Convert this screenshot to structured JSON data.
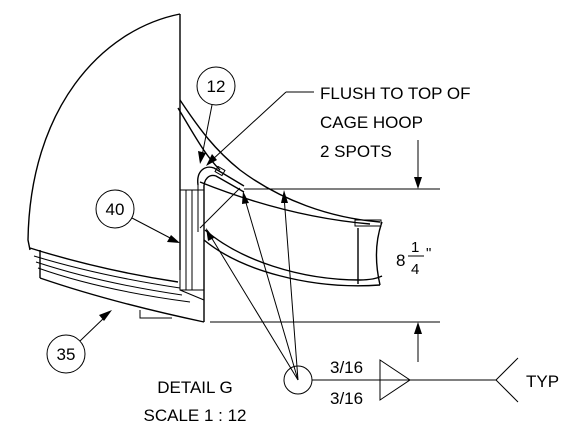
{
  "balloons": {
    "b12": "12",
    "b40": "40",
    "b35": "35"
  },
  "note": {
    "line1": "FLUSH TO TOP OF",
    "line2": "CAGE HOOP",
    "line3": "2 SPOTS"
  },
  "dimension": {
    "whole": "8",
    "numerator": "1",
    "denominator": "4",
    "unit": "\""
  },
  "weld": {
    "top_size": "3/16",
    "bottom_size": "3/16",
    "tail": "TYP"
  },
  "detail": {
    "title": "DETAIL G",
    "scale": "SCALE 1 : 12"
  }
}
